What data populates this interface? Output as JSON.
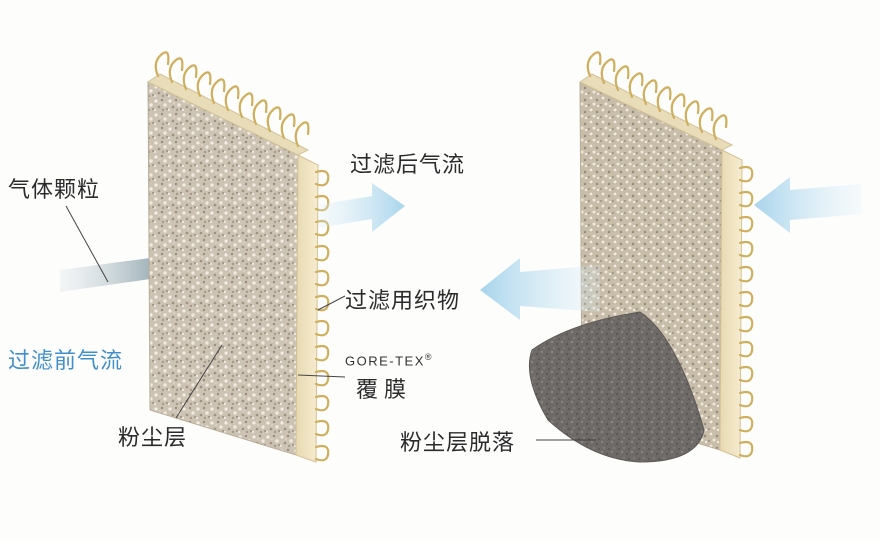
{
  "labels": {
    "gas_particles": "气体颗粒",
    "before_flow": "过滤前气流",
    "after_flow": "过滤后气流",
    "filter_fabric": "过滤用织物",
    "gore_tex": "GORE-TEX",
    "registered": "®",
    "membrane": "覆膜",
    "dust_layer": "粉尘层",
    "dust_fall": "粉尘层脱落"
  },
  "colors": {
    "arrow_blue": "#b7dcef",
    "arrow_dark": "#8fa7b2",
    "panel_face": "#c9bfae",
    "panel_edge": "#efe3c4",
    "fiber": "#d7b66b",
    "dust_cake": "#6d6966",
    "label_blue": "#3f8fcb"
  },
  "icons": [
    "arrow-icon",
    "filter-panel-icon",
    "fiber-icon",
    "dust-cake-icon"
  ]
}
